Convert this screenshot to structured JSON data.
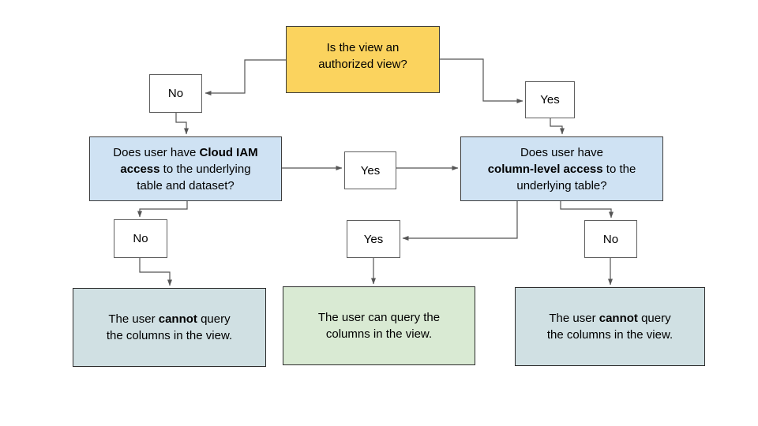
{
  "colors": {
    "yellow_fill": "#FBD35E",
    "light_blue_fill": "#CFE2F3",
    "light_green_fill": "#D9EAD3",
    "light_cyan_fill": "#D0E0E3",
    "connector_line": "#555555",
    "text": "#000000",
    "background": "#ffffff"
  },
  "nodes": {
    "q_authorized": {
      "lines": [
        [
          {
            "t": "Is the view an"
          }
        ],
        [
          {
            "t": "authorized view?"
          }
        ]
      ]
    },
    "no_top": {
      "label": "No"
    },
    "yes_top": {
      "label": "Yes"
    },
    "q_iam": {
      "lines": [
        [
          {
            "t": "Does user have "
          },
          {
            "t": "Cloud IAM"
          }
        ],
        [
          {
            "t": "access"
          },
          {
            "t": " to the underlying"
          }
        ],
        [
          {
            "t": "table and dataset?"
          }
        ]
      ]
    },
    "yes_mid": {
      "label": "Yes"
    },
    "q_col": {
      "lines": [
        [
          {
            "t": "Does user have"
          }
        ],
        [
          {
            "t": "column-level access"
          },
          {
            "t": " to the"
          }
        ],
        [
          {
            "t": "underlying table?"
          }
        ]
      ]
    },
    "no_left": {
      "label": "No"
    },
    "yes_low": {
      "label": "Yes"
    },
    "no_right": {
      "label": "No"
    },
    "result_left": {
      "lines": [
        [
          {
            "t": "The user "
          },
          {
            "t": "cannot"
          },
          {
            "t": " query"
          }
        ],
        [
          {
            "t": "the columns in the view."
          }
        ]
      ]
    },
    "result_mid": {
      "lines": [
        [
          {
            "t": "The user can query the"
          }
        ],
        [
          {
            "t": "columns in the view."
          }
        ]
      ]
    },
    "result_right": {
      "lines": [
        [
          {
            "t": "The user "
          },
          {
            "t": "cannot"
          },
          {
            "t": " query"
          }
        ],
        [
          {
            "t": "the columns in the view."
          }
        ]
      ]
    }
  }
}
